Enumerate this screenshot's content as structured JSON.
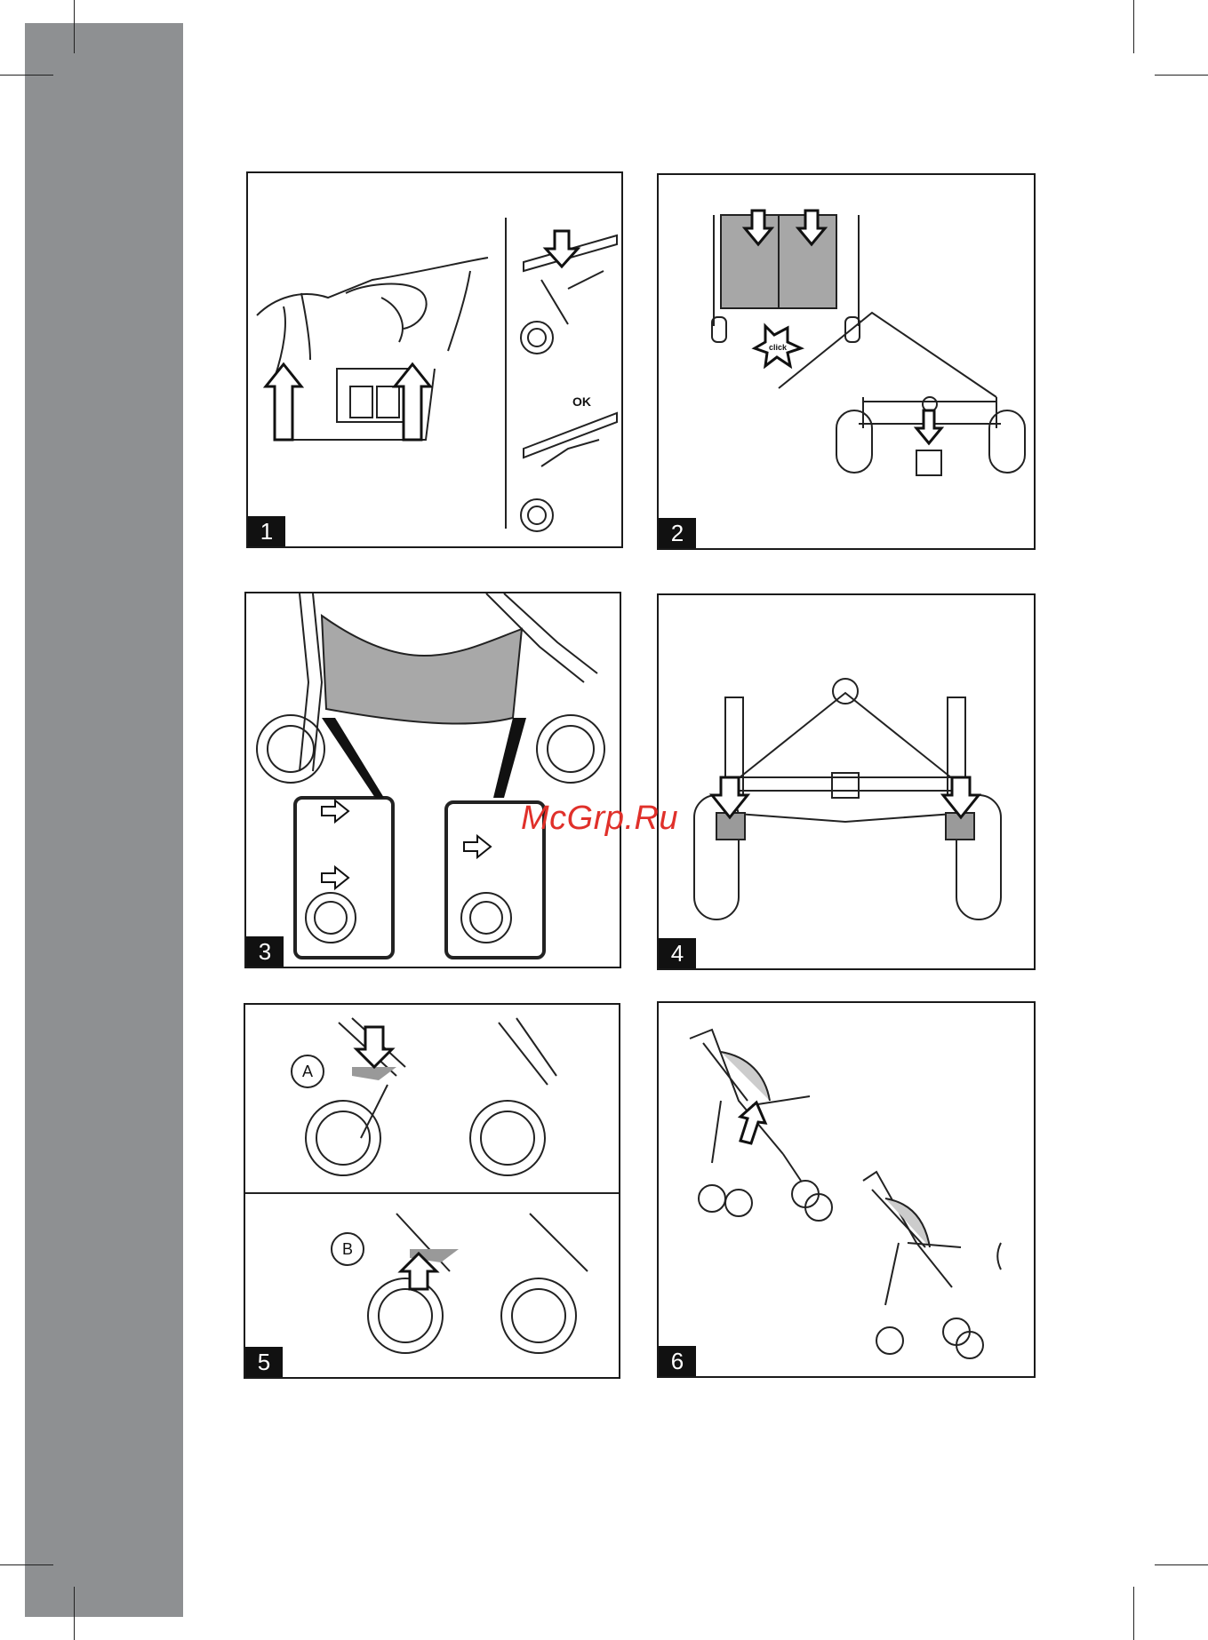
{
  "page": {
    "watermark": "McGrp.Ru",
    "background_color": "#ffffff",
    "sidebar_color": "#8e9092"
  },
  "panels": [
    {
      "number": "1",
      "labels": {
        "ok": "OK"
      }
    },
    {
      "number": "2",
      "labels": {
        "click": "click"
      }
    },
    {
      "number": "3"
    },
    {
      "number": "4"
    },
    {
      "number": "5",
      "labels": {
        "variant_a": "A",
        "variant_b": "B"
      }
    },
    {
      "number": "6"
    }
  ]
}
